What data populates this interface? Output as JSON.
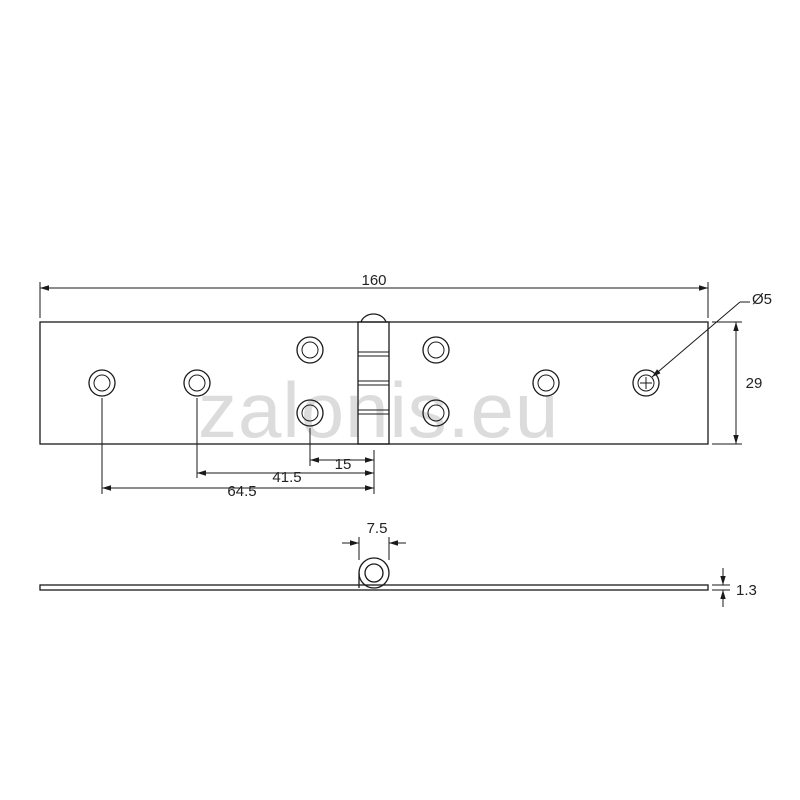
{
  "watermark": "zalonis.eu",
  "dimensions": {
    "overall_length": "160",
    "width": "29",
    "hole_diameter": "Ø5",
    "hole_offset_inner": "15",
    "hole_offset_middle": "41.5",
    "hole_offset_outer": "64.5",
    "knuckle_diameter": "7.5",
    "leaf_thickness": "1.3"
  }
}
